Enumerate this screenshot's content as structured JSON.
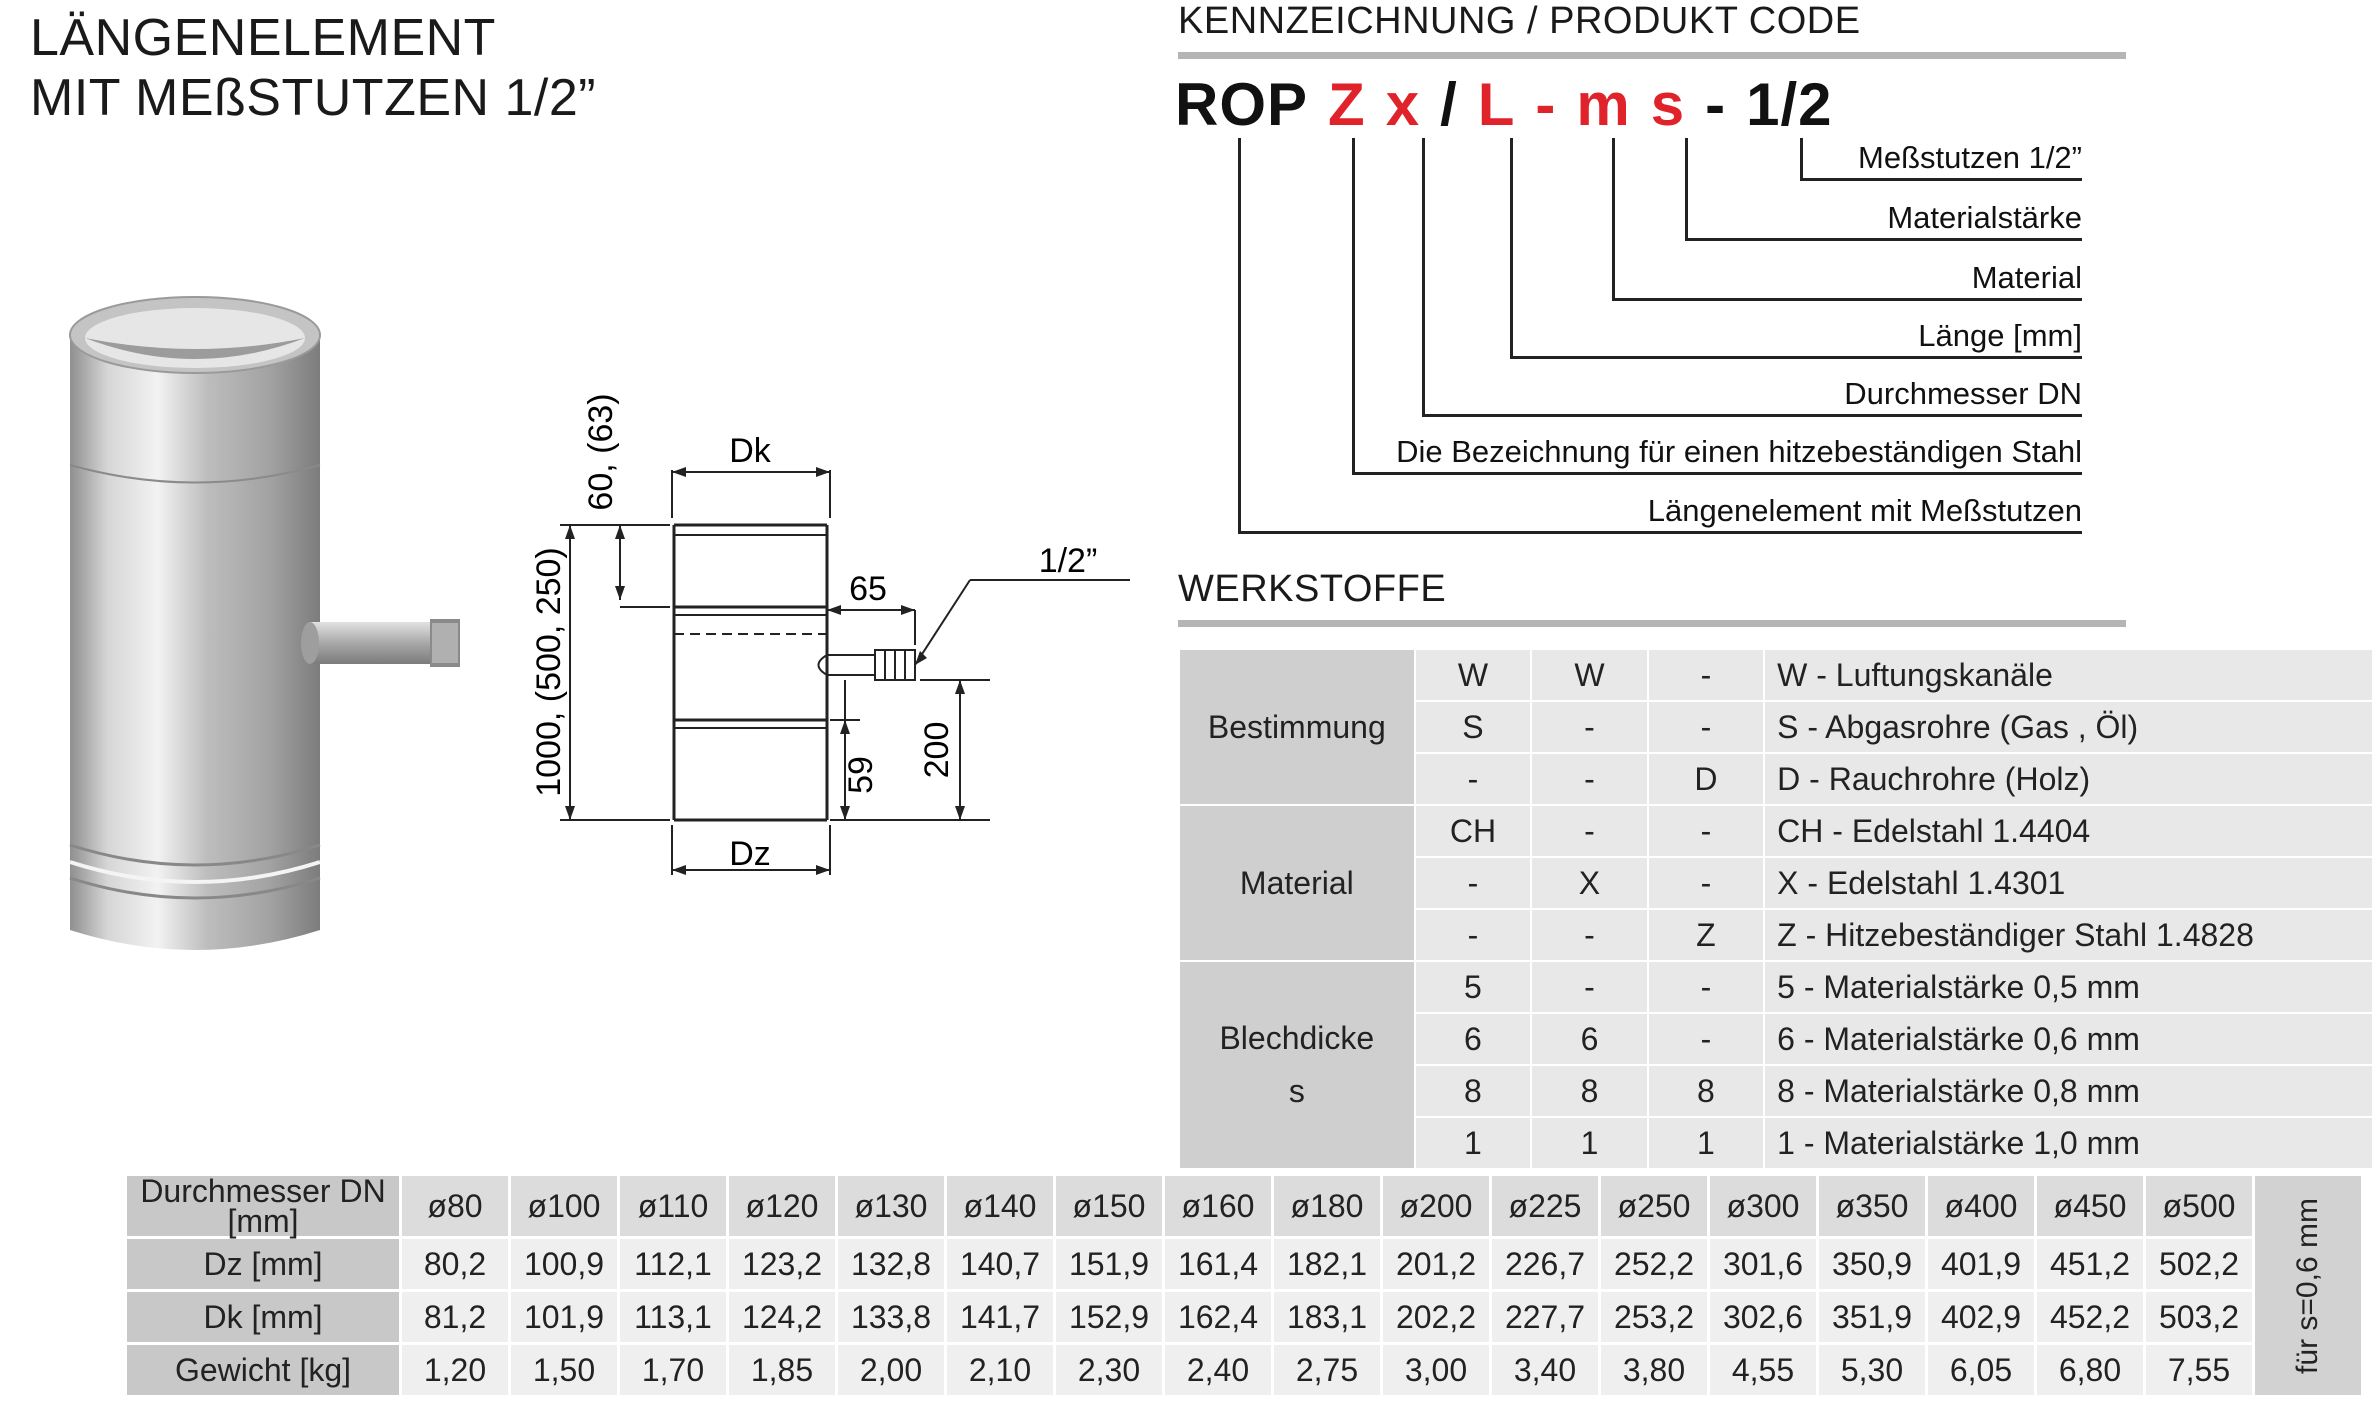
{
  "title": {
    "line1": "LÄNGENELEMENT",
    "line2": "MIT MEßSTUTZEN 1/2”"
  },
  "code_section": {
    "header": "KENNZEICHNUNG /  PRODUKT CODE",
    "parts": [
      {
        "text": "ROP",
        "color": "#111111"
      },
      {
        "text": "Z",
        "color": "#e0232b"
      },
      {
        "text": "x",
        "color": "#e0232b"
      },
      {
        "text": "/",
        "color": "#111111"
      },
      {
        "text": "L",
        "color": "#e0232b"
      },
      {
        "text": "-",
        "color": "#e0232b"
      },
      {
        "text": "m",
        "color": "#e0232b"
      },
      {
        "text": "s",
        "color": "#e0232b"
      },
      {
        "text": "-",
        "color": "#111111"
      },
      {
        "text": "1/2",
        "color": "#111111"
      }
    ],
    "labels": [
      "Meßstutzen 1/2”",
      "Materialstärke",
      "Material",
      "Länge [mm]",
      "Durchmesser DN",
      "Die Bezeichnung für einen hitzebeständigen Stahl",
      "Längenelement mit Meßstutzen"
    ]
  },
  "drawing": {
    "dk": "Dk",
    "dz": "Dz",
    "socket": "1/2”",
    "dim_top": "60, (63)",
    "dim_length": "1000, (500, 250)",
    "dim_65": "65",
    "dim_59": "59",
    "dim_200": "200"
  },
  "werkstoffe": {
    "header": "WERKSTOFFE",
    "groups": [
      {
        "name": "Bestimmung",
        "name2": "",
        "rows": [
          {
            "c1": "W",
            "c2": "W",
            "c3": "-",
            "desc": "W - Luftungskanäle"
          },
          {
            "c1": "S",
            "c2": "-",
            "c3": "-",
            "desc": "S - Abgasrohre (Gas , Öl)"
          },
          {
            "c1": "-",
            "c2": "-",
            "c3": "D",
            "desc": "D - Rauchrohre (Holz)"
          }
        ]
      },
      {
        "name": "Material",
        "name2": "",
        "rows": [
          {
            "c1": "CH",
            "c2": "-",
            "c3": "-",
            "desc": "CH - Edelstahl 1.4404"
          },
          {
            "c1": "-",
            "c2": "X",
            "c3": "-",
            "desc": "X - Edelstahl 1.4301"
          },
          {
            "c1": "-",
            "c2": "-",
            "c3": "Z",
            "desc": "Z - Hitzebeständiger Stahl 1.4828"
          }
        ]
      },
      {
        "name": "Blechdicke",
        "name2": "s",
        "rows": [
          {
            "c1": "5",
            "c2": "-",
            "c3": "-",
            "desc": "5 - Materialstärke 0,5 mm"
          },
          {
            "c1": "6",
            "c2": "6",
            "c3": "-",
            "desc": "6 - Materialstärke 0,6 mm"
          },
          {
            "c1": "8",
            "c2": "8",
            "c3": "8",
            "desc": "8 - Materialstärke 0,8 mm"
          },
          {
            "c1": "1",
            "c2": "1",
            "c3": "1",
            "desc": "1 - Materialstärke 1,0 mm"
          }
        ]
      }
    ]
  },
  "dimensions": {
    "note": "für s=0,6 mm",
    "rows": [
      {
        "label": "Durchmesser DN [mm]",
        "values": [
          "ø80",
          "ø100",
          "ø110",
          "ø120",
          "ø130",
          "ø140",
          "ø150",
          "ø160",
          "ø180",
          "ø200",
          "ø225",
          "ø250",
          "ø300",
          "ø350",
          "ø400",
          "ø450",
          "ø500"
        ]
      },
      {
        "label": "Dz [mm]",
        "values": [
          "80,2",
          "100,9",
          "112,1",
          "123,2",
          "132,8",
          "140,7",
          "151,9",
          "161,4",
          "182,1",
          "201,2",
          "226,7",
          "252,2",
          "301,6",
          "350,9",
          "401,9",
          "451,2",
          "502,2"
        ]
      },
      {
        "label": "Dk [mm]",
        "values": [
          "81,2",
          "101,9",
          "113,1",
          "124,2",
          "133,8",
          "141,7",
          "152,9",
          "162,4",
          "183,1",
          "202,2",
          "227,7",
          "253,2",
          "302,6",
          "351,9",
          "402,9",
          "452,2",
          "503,2"
        ]
      },
      {
        "label": "Gewicht [kg]",
        "values": [
          "1,20",
          "1,50",
          "1,70",
          "1,85",
          "2,00",
          "2,10",
          "2,30",
          "2,40",
          "2,75",
          "3,00",
          "3,40",
          "3,80",
          "4,55",
          "5,30",
          "6,05",
          "6,80",
          "7,55"
        ]
      }
    ]
  }
}
